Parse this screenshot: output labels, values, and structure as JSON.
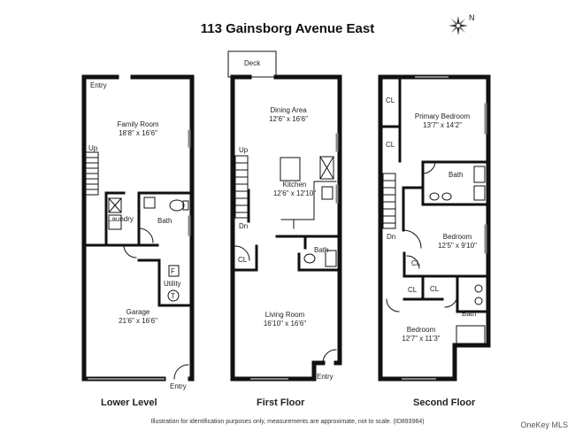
{
  "title": "113 Gainsborg Avenue East",
  "compass_label": "N",
  "floors": {
    "lower": {
      "label": "Lower Level",
      "rooms": {
        "family_room": {
          "name": "Family Room",
          "dims": "18'8\" x 16'6\""
        },
        "garage": {
          "name": "Garage",
          "dims": "21'6\" x 16'6\""
        },
        "laundry": "Laundry",
        "bath": "Bath",
        "utility": "Utility",
        "furnace": "F",
        "water_heater": "T"
      },
      "entry_top": "Entry",
      "entry_bottom": "Entry",
      "stairs": "Up"
    },
    "first": {
      "label": "First Floor",
      "rooms": {
        "deck": "Deck",
        "dining": {
          "name": "Dining Area",
          "dims": "12'6\" x 16'6\""
        },
        "kitchen": {
          "name": "Kitchen",
          "dims": "12'6\" x 12'10\""
        },
        "bath": "Bath",
        "closet": "CL",
        "living": {
          "name": "Living Room",
          "dims": "16'10\" x 16'6\""
        }
      },
      "stairs_up": "Up",
      "stairs_down": "Dn",
      "entry": "Entry"
    },
    "second": {
      "label": "Second Floor",
      "rooms": {
        "primary_bedroom": {
          "name": "Primary Bedroom",
          "dims": "13'7\" x 14'2\""
        },
        "closet_1": "CL",
        "closet_2": "CL",
        "bath_1": "Bath",
        "bedroom_2": {
          "name": "Bedroom",
          "dims": "12'5\" x 9'10\""
        },
        "closet_3": "CL",
        "closet_4": "CL",
        "closet_5": "CL",
        "bath_2": "Bath",
        "bedroom_3": {
          "name": "Bedroom",
          "dims": "12'7\" x 11'3\""
        }
      },
      "stairs_down": "Dn"
    }
  },
  "disclaimer": "Illustration for identification purposes only, measurements are approximate, not to scale. (ID893964)",
  "brand": "OneKey MLS"
}
